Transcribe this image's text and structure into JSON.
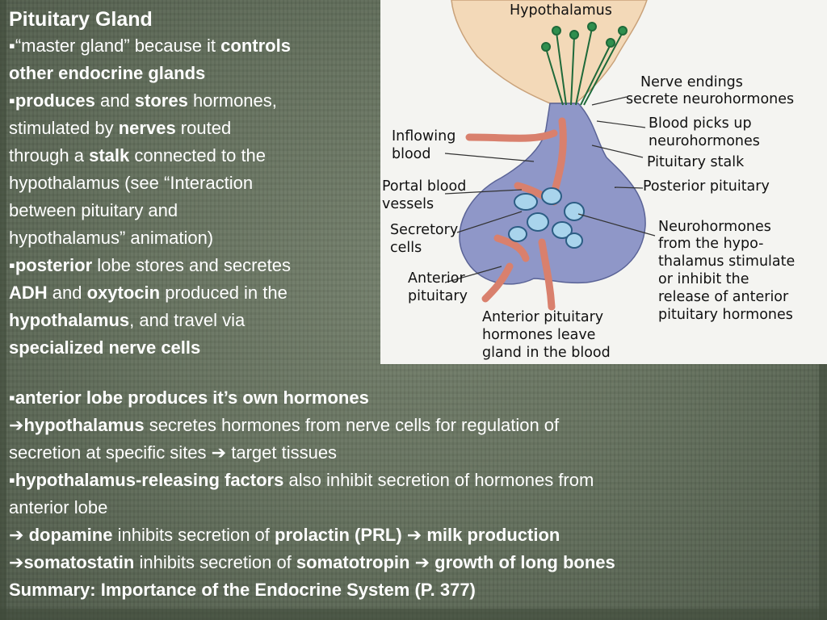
{
  "left": {
    "title": "Pituitary Gland",
    "bullet": "▪",
    "p1": {
      "a": "“master gland” because it ",
      "b": "controls",
      "c": "other endocrine glands"
    },
    "p2": {
      "a": "produces",
      "b": " and ",
      "c": "stores",
      "d": " hormones,",
      "e": "stimulated by ",
      "f": "nerves",
      "g": " routed",
      "h": "through a ",
      "i": "stalk",
      "j": " connected to the",
      "k": "hypothalamus (see “Interaction",
      "l": "between pituitary and",
      "m": "hypothalamus” animation)"
    },
    "p3": {
      "a": "posterior",
      "b": " lobe stores and secretes",
      "c": "ADH",
      "d": " and ",
      "e": "oxytocin",
      "f": " produced in the",
      "g": "hypothalamus",
      "h": ", and travel via",
      "i": "specialized nerve cells"
    }
  },
  "bottom": {
    "bullet": "▪",
    "arrow": "➔",
    "l1": "anterior lobe produces it’s own hormones",
    "l2": {
      "a": "hypothalamus",
      "b": " secretes hormones from nerve cells for regulation of"
    },
    "l3": {
      "a": "secretion at specific sites ",
      "b": " target tissues"
    },
    "l4": {
      "a": "hypothalamus-releasing factors",
      "b": " also inhibit secretion of hormones from"
    },
    "l5": "anterior lobe",
    "l6": {
      "a": "dopamine",
      "b": " inhibits secretion of ",
      "c": "prolactin (PRL) ",
      "d": " milk production"
    },
    "l7": {
      "a": "somatostatin",
      "b": " inhibits secretion of ",
      "c": "somatotropin  ",
      "d": " growth of long bones"
    },
    "l8": "Summary: Importance of the Endocrine System (P. 377)"
  },
  "diagram": {
    "hypothalamus": "Hypothalamus",
    "nerve_endings": [
      "Nerve endings",
      "secrete neurohormones"
    ],
    "inflowing": [
      "Inflowing",
      "blood"
    ],
    "blood_picks": [
      "Blood picks up",
      "neurohormones"
    ],
    "stalk": "Pituitary stalk",
    "portal": [
      "Portal blood",
      "vessels"
    ],
    "posterior": "Posterior pituitary",
    "secretory": [
      "Secretory",
      "cells"
    ],
    "neurohormones": [
      "Neurohormones",
      "from the hypo-",
      "thalamus stimulate",
      "or inhibit the",
      "release of anterior",
      "pituitary hormones"
    ],
    "anterior": [
      "Anterior",
      "pituitary"
    ],
    "leave": [
      "Anterior pituitary",
      "hormones leave",
      "gland in the blood"
    ]
  },
  "colors": {
    "background": "#66725f",
    "text": "#ffffff",
    "tissue": "#f3d9b8",
    "gland": "#8f97c8",
    "vessel": "#d9806d"
  }
}
